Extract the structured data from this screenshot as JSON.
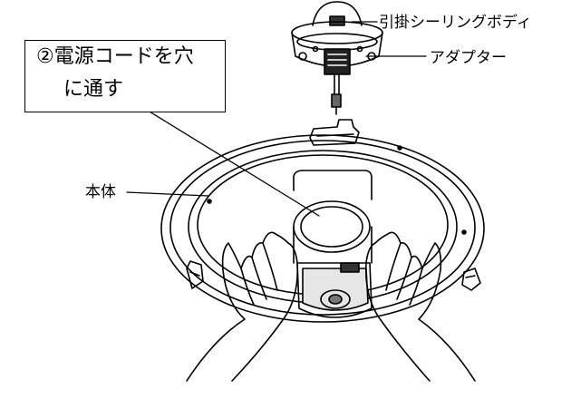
{
  "labels": {
    "callout_line1": "②電源コードを穴",
    "callout_line2": "に通す",
    "hook_ceiling_body": "引掛シーリングボディ",
    "adapter": "アダプター",
    "main_body": "本体"
  },
  "colors": {
    "line": "#000000",
    "background": "#ffffff"
  }
}
